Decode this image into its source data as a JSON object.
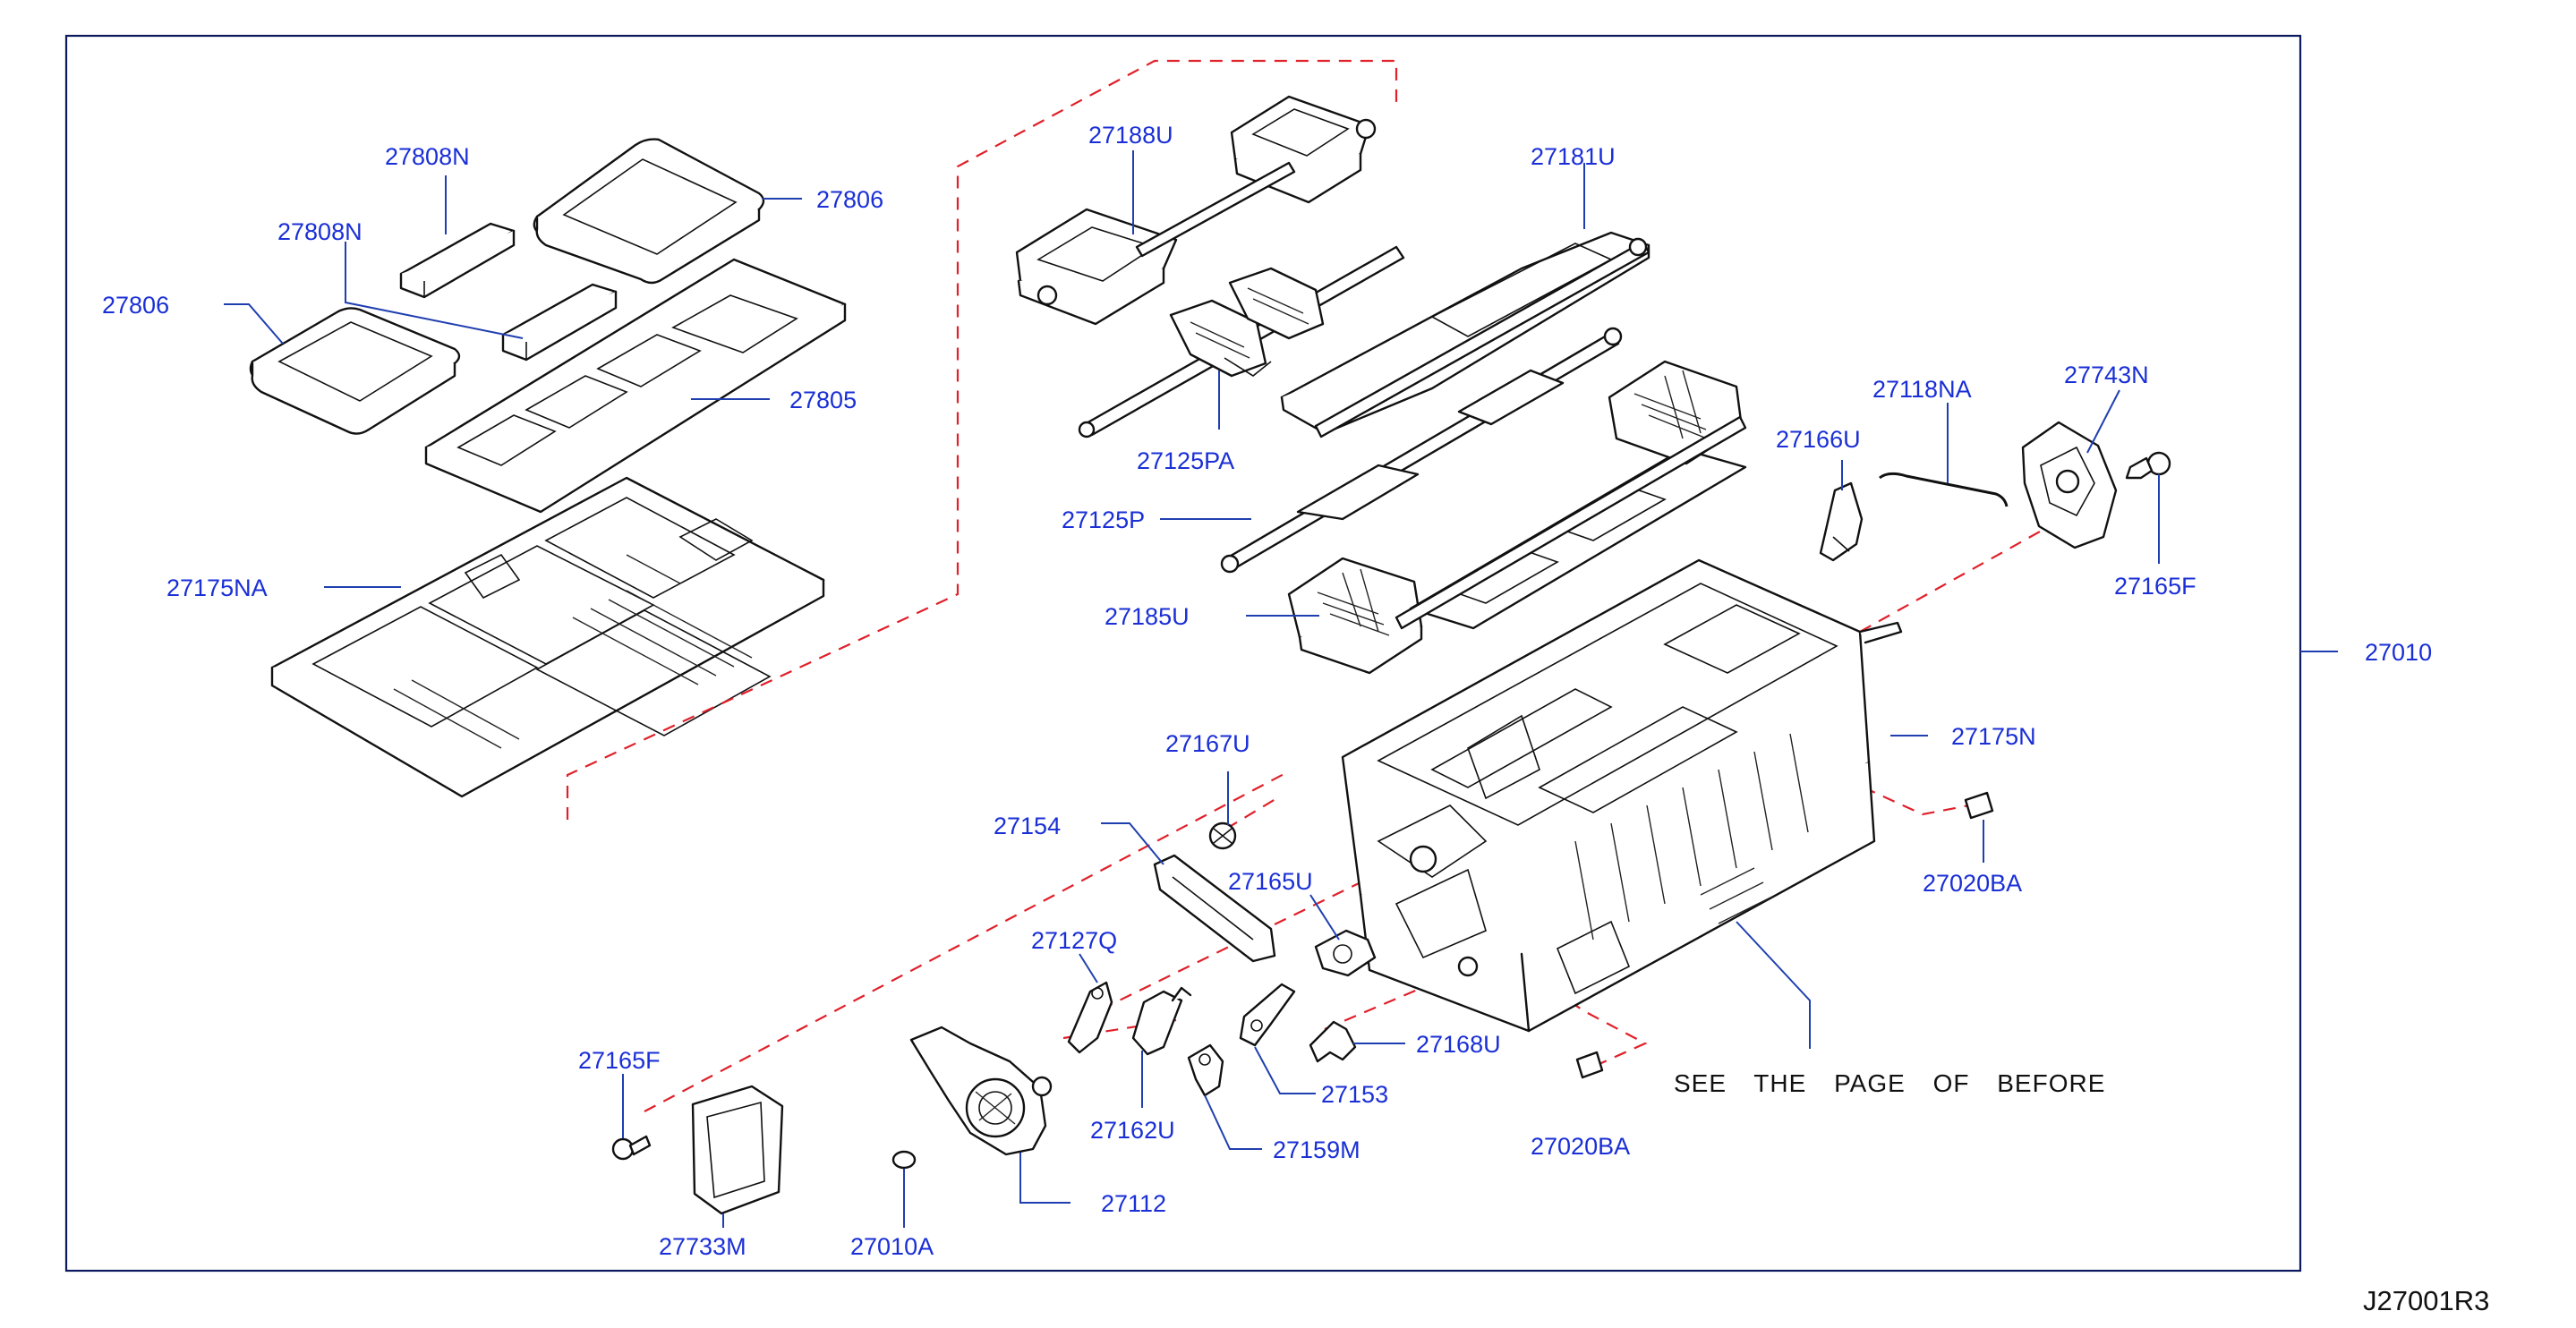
{
  "diagram_code": "J27001R3",
  "note": "SEE THE PAGE OF BEFORE",
  "assembly_label": "27010",
  "colors": {
    "label": "#1a2fd6",
    "leader": "#1f3fb0",
    "frame": "#0d1b5e",
    "hidden_line": "#e0202a",
    "part_outline": "#111111"
  },
  "labels": [
    {
      "id": "27808N-a",
      "text": "27808N"
    },
    {
      "id": "27806-a",
      "text": "27806"
    },
    {
      "id": "27808N-b",
      "text": "27808N"
    },
    {
      "id": "27806-b",
      "text": "27806"
    },
    {
      "id": "27805",
      "text": "27805"
    },
    {
      "id": "27175NA",
      "text": "27175NA"
    },
    {
      "id": "27188U",
      "text": "27188U"
    },
    {
      "id": "27181U",
      "text": "27181U"
    },
    {
      "id": "27125PA",
      "text": "27125PA"
    },
    {
      "id": "27125P",
      "text": "27125P"
    },
    {
      "id": "27185U",
      "text": "27185U"
    },
    {
      "id": "27118NA",
      "text": "27118NA"
    },
    {
      "id": "27743N",
      "text": "27743N"
    },
    {
      "id": "27166U",
      "text": "27166U"
    },
    {
      "id": "27165F-a",
      "text": "27165F"
    },
    {
      "id": "27175N",
      "text": "27175N"
    },
    {
      "id": "27020BA-a",
      "text": "27020BA"
    },
    {
      "id": "27167U",
      "text": "27167U"
    },
    {
      "id": "27154",
      "text": "27154"
    },
    {
      "id": "27165U",
      "text": "27165U"
    },
    {
      "id": "27127Q",
      "text": "27127Q"
    },
    {
      "id": "27168U",
      "text": "27168U"
    },
    {
      "id": "27153",
      "text": "27153"
    },
    {
      "id": "27162U",
      "text": "27162U"
    },
    {
      "id": "27159M",
      "text": "27159M"
    },
    {
      "id": "27165F-b",
      "text": "27165F"
    },
    {
      "id": "27112",
      "text": "27112"
    },
    {
      "id": "27733M",
      "text": "27733M"
    },
    {
      "id": "27010A",
      "text": "27010A"
    },
    {
      "id": "27020BA-b",
      "text": "27020BA"
    }
  ]
}
